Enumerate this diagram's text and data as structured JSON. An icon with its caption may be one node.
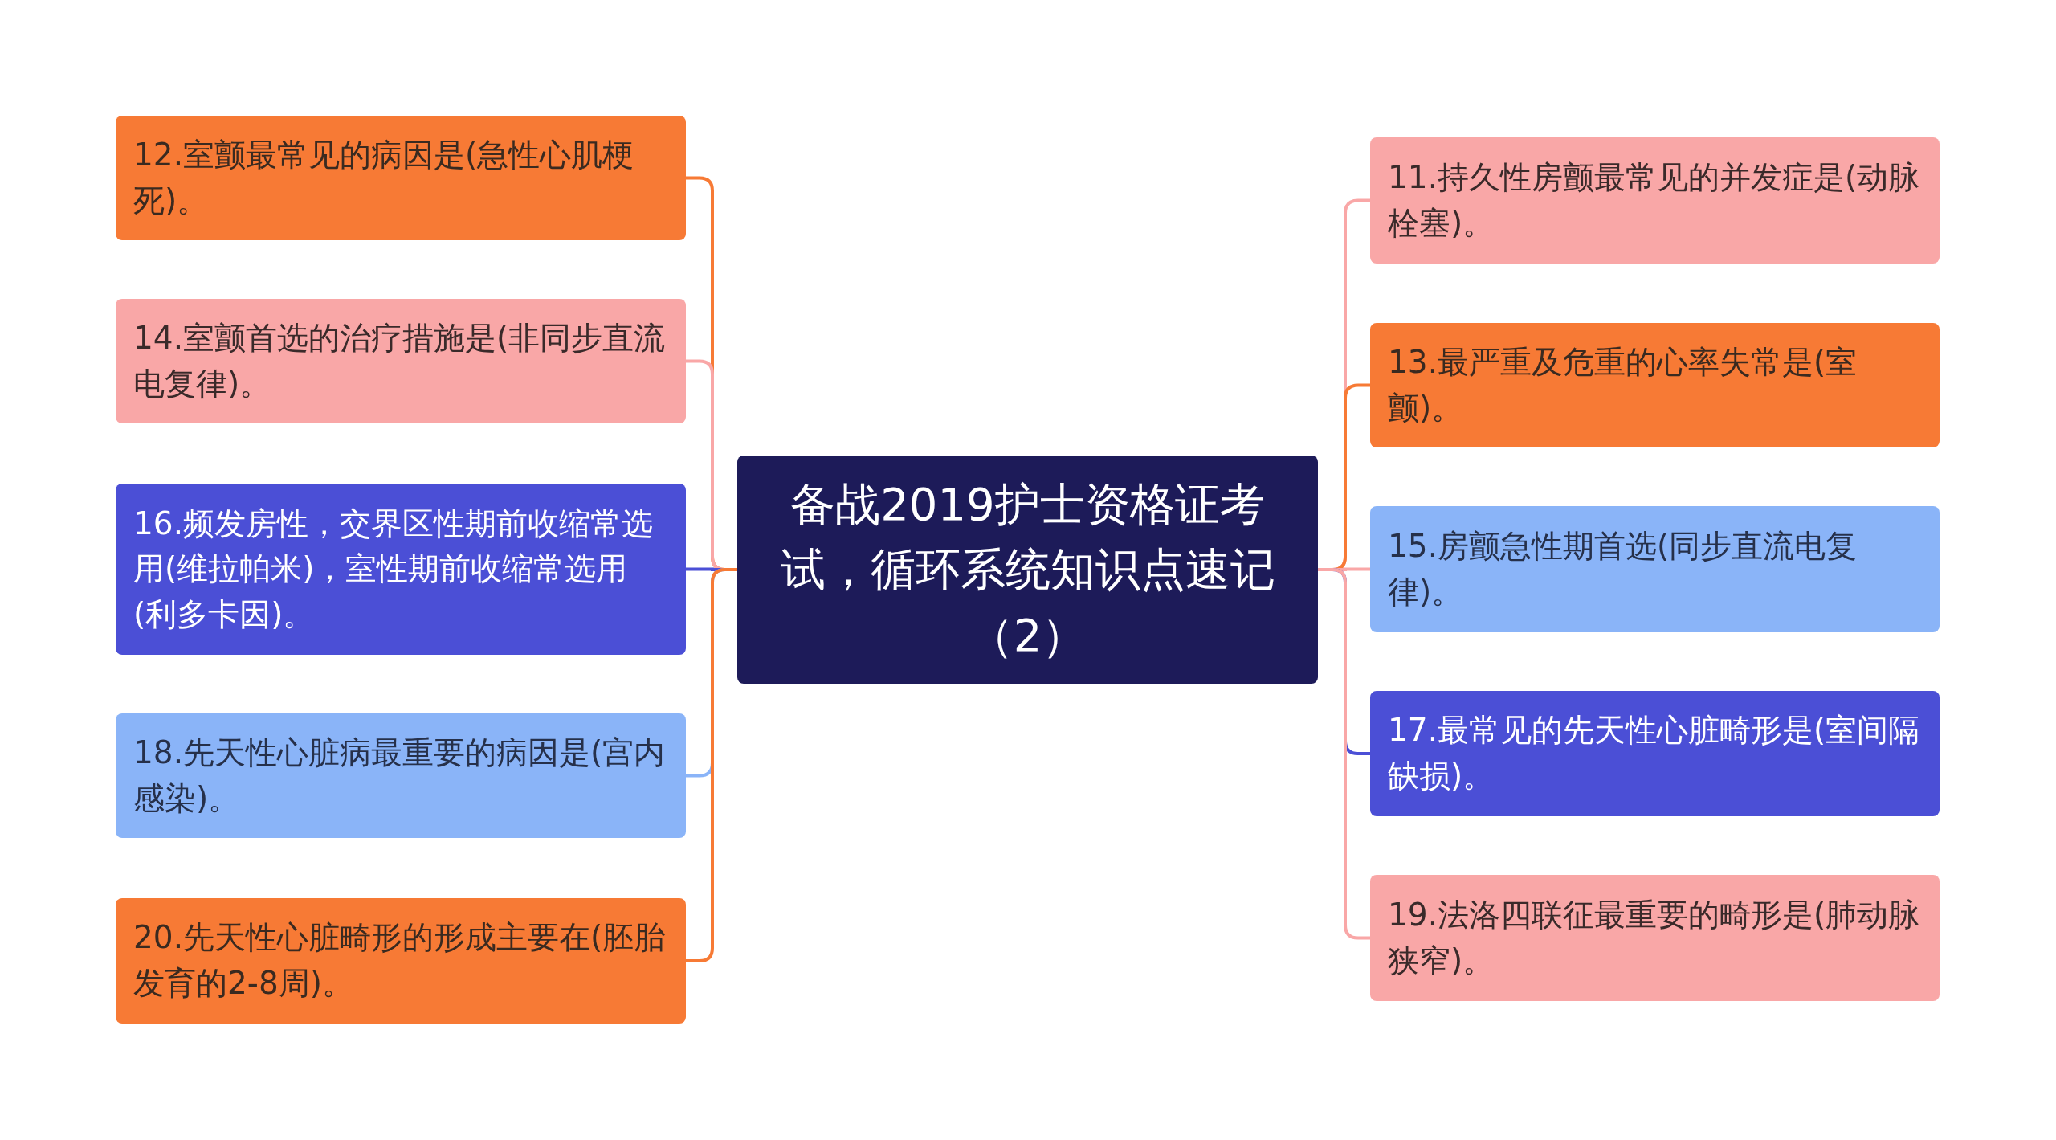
{
  "diagram": {
    "nodes": [
      {
        "text": [
          "备战2019护士资格证考试，循环系统知识点速记（2）"
        ]
      },
      {
        "text": [
          "12.室颤最常见的病因是(急性心肌梗死)。"
        ]
      },
      {
        "text": [
          "14.室颤首选的治疗措施是(非同步直流电复律)。"
        ]
      },
      {
        "text": [
          "16.频发房性，交界区性期前收缩常选用(维拉帕米)，室性期前收缩常选用(利多卡因)。"
        ]
      },
      {
        "text": [
          "18.先天性心脏病最重要的病因是(宫内感染)。"
        ]
      },
      {
        "text": [
          "20.先天性心脏畸形的形成主要在(胚胎发育的2-8周)。"
        ]
      },
      {
        "text": [
          "11.持久性房颤最常见的并发症是(动脉栓塞)。"
        ]
      },
      {
        "text": [
          "13.最严重及危重的心率失常是(室颤)。"
        ]
      },
      {
        "text": [
          "15.房颤急性期首选(同步直流电复律)。"
        ]
      },
      {
        "text": [
          "17.最常见的先天性心脏畸形是(室间隔缺损)。"
        ]
      },
      {
        "text": [
          "19.法洛四联征最重要的畸形是(肺动脉狭窄)。"
        ]
      }
    ],
    "edges": [
      {
        "from": 0,
        "to": 1,
        "arrow": "none",
        "color": "#f77a35"
      },
      {
        "from": 0,
        "to": 2,
        "arrow": "none",
        "color": "#f9a7a7"
      },
      {
        "from": 0,
        "to": 3,
        "arrow": "none",
        "color": "#4b4fd6"
      },
      {
        "from": 0,
        "to": 4,
        "arrow": "none",
        "color": "#8ab4f8"
      },
      {
        "from": 0,
        "to": 5,
        "arrow": "none",
        "color": "#f77a35"
      },
      {
        "from": 0,
        "to": 6,
        "arrow": "none",
        "color": "#f9a7a7"
      },
      {
        "from": 0,
        "to": 7,
        "arrow": "none",
        "color": "#f77a35"
      },
      {
        "from": 0,
        "to": 8,
        "arrow": "none",
        "color": "#f9a7a7"
      },
      {
        "from": 0,
        "to": 9,
        "arrow": "none",
        "color": "#4b4fd6"
      },
      {
        "from": 0,
        "to": 10,
        "arrow": "none",
        "color": "#f9a7a7"
      }
    ]
  }
}
